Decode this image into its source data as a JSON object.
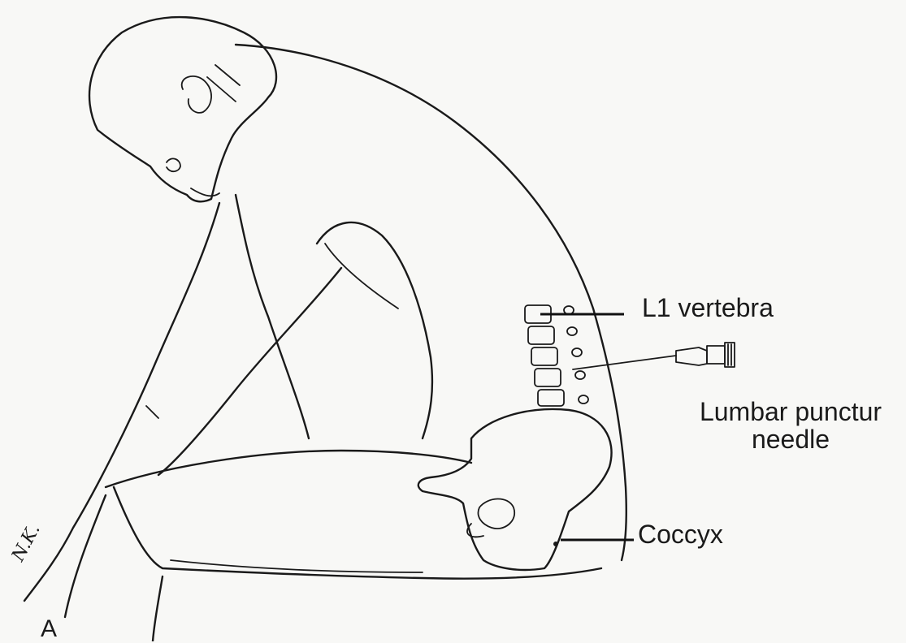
{
  "figure": {
    "panel_letter": "A",
    "artist_signature": "N.K.",
    "labels": {
      "l1_vertebra": "L1 vertebra",
      "needle_line1": "Lumbar punctur",
      "needle_line2": "needle",
      "coccyx": "Coccyx"
    }
  }
}
